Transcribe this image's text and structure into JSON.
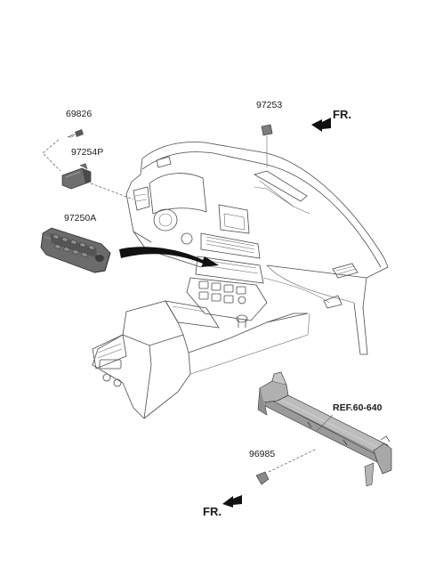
{
  "labels": {
    "p69826": "69826",
    "p97254P": "97254P",
    "p97250A": "97250A",
    "p97253": "97253",
    "p96985": "96985",
    "ref": "REF.60-640",
    "fr_top": "FR.",
    "fr_bottom": "FR."
  },
  "colors": {
    "line": "#4a4a4a",
    "part_fill": "#7a7a7a",
    "part_dark": "#3a3a3a",
    "arrow": "#111111"
  }
}
